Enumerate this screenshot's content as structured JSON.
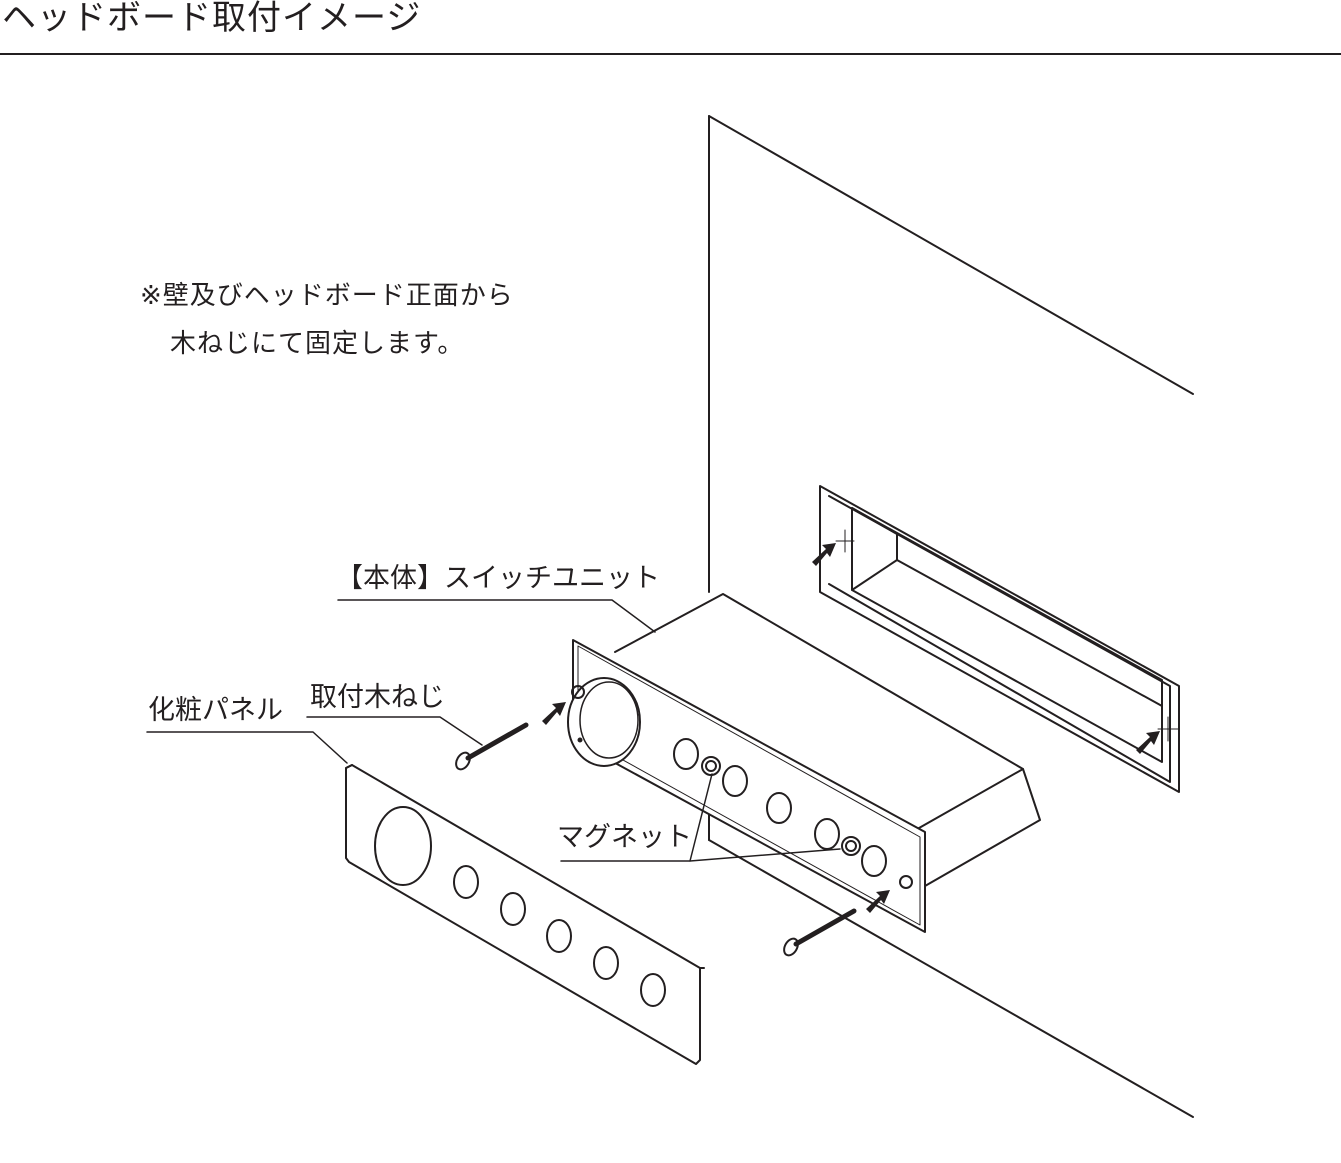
{
  "title": "ヘッドボード取付イメージ",
  "note": {
    "line1": "※壁及びヘッドボード正面から",
    "line2": "木ねじにて固定します。"
  },
  "labels": {
    "main_unit": "【本体】スイッチユニット",
    "screw": "取付木ねじ",
    "panel": "化粧パネル",
    "magnet": "マグネット"
  },
  "colors": {
    "line": "#231f20",
    "background": "#ffffff"
  }
}
